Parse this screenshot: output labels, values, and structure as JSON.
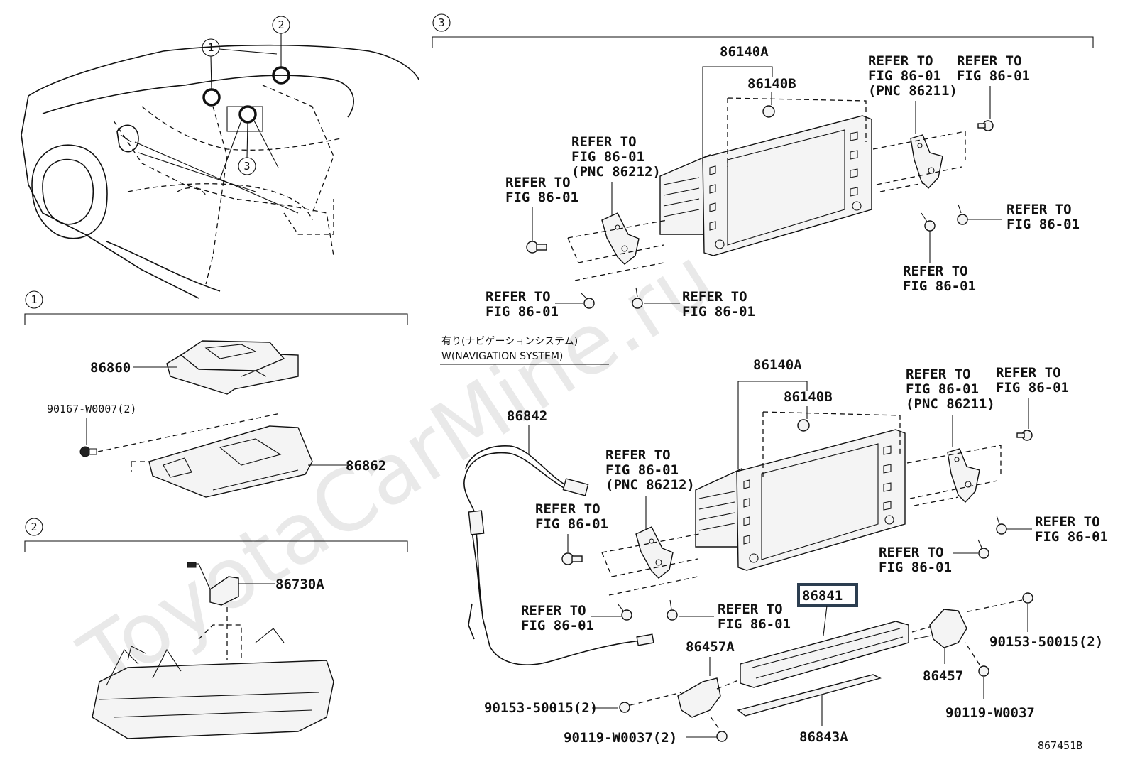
{
  "watermark": "ToyotaCarMine.ru",
  "diagram_id": "867451B",
  "callouts": {
    "c1": "1",
    "c2": "2",
    "c3": "3"
  },
  "sections": {
    "s1": {
      "label": "1"
    },
    "s2": {
      "label": "2"
    },
    "s3": {
      "label": "3"
    }
  },
  "parts": {
    "p86860": "86860",
    "p90167": "90167-W0007(2)",
    "p86862": "86862",
    "p86730A": "86730A",
    "upper_86140A": "86140A",
    "upper_86140B": "86140B",
    "lower_86140A": "86140A",
    "lower_86140B": "86140B",
    "p86842": "86842",
    "p86841": "86841",
    "p86457A": "86457A",
    "p86457": "86457",
    "p86843A": "86843A",
    "p90153_left": "90153-50015(2)",
    "p90153_right": "90153-50015(2)",
    "p90119_left": "90119-W0037(2)",
    "p90119_right": "90119-W0037"
  },
  "nav_option": {
    "line1": "有り(ナビゲーションシステム)",
    "line2": "W(NAVIGATION SYSTEM)"
  },
  "refer": {
    "refer_to": "REFER TO",
    "fig": "FIG 86-01",
    "pnc_86212": "(PNC 86212)",
    "pnc_86211": "(PNC 86211)"
  }
}
